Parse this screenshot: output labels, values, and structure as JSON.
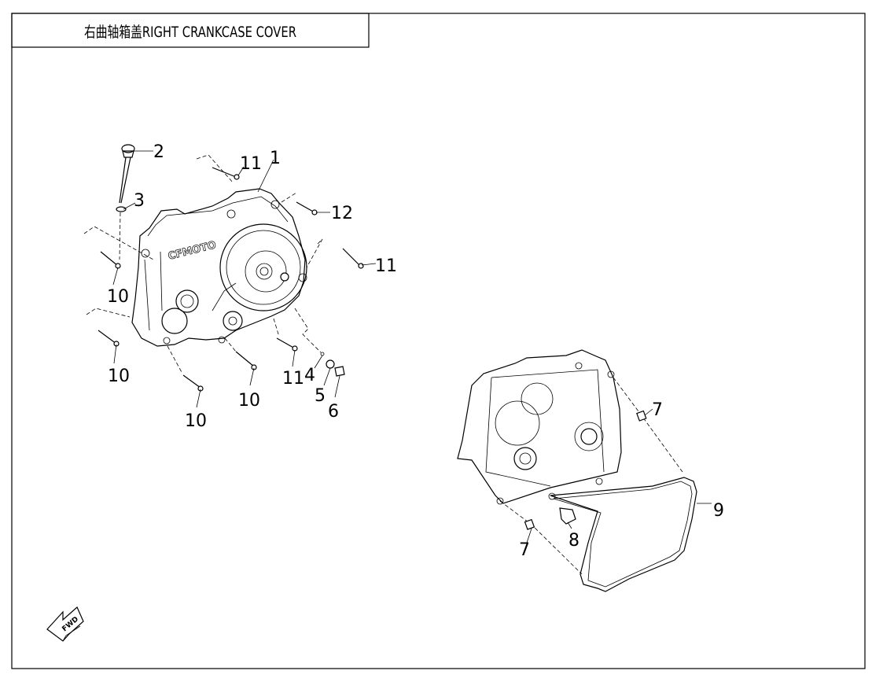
{
  "title": "右曲轴箱盖RIGHT CRANKCASE COVER",
  "logo_text": "CFMOTO",
  "fwd_label": "FWD",
  "callouts": [
    "1",
    "2",
    "3",
    "11",
    "12",
    "11",
    "10",
    "10",
    "10",
    "10",
    "11",
    "4",
    "5",
    "6",
    "7",
    "7",
    "8",
    "9"
  ]
}
